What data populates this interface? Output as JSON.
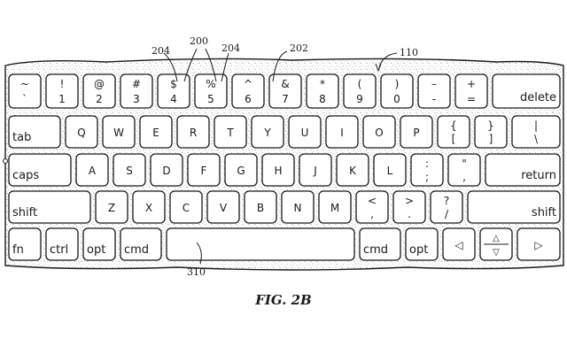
{
  "figure": {
    "caption": "FIG. 2B",
    "reference_labels": [
      "204",
      "200",
      "204",
      "202",
      "110",
      "310"
    ]
  },
  "keyboard": {
    "rows": [
      [
        {
          "top": "~",
          "bottom": "`"
        },
        {
          "top": "!",
          "bottom": "1"
        },
        {
          "top": "@",
          "bottom": "2"
        },
        {
          "top": "#",
          "bottom": "3"
        },
        {
          "top": "$",
          "bottom": "4"
        },
        {
          "top": "%",
          "bottom": "5"
        },
        {
          "top": "^",
          "bottom": "6"
        },
        {
          "top": "&",
          "bottom": "7"
        },
        {
          "top": "*",
          "bottom": "8"
        },
        {
          "top": "(",
          "bottom": "9"
        },
        {
          "top": ")",
          "bottom": "0"
        },
        {
          "top": "–",
          "bottom": "-"
        },
        {
          "top": "+",
          "bottom": "="
        },
        {
          "label": "delete"
        }
      ],
      [
        {
          "label": "tab"
        },
        {
          "label": "Q"
        },
        {
          "label": "W"
        },
        {
          "label": "E"
        },
        {
          "label": "R"
        },
        {
          "label": "T"
        },
        {
          "label": "Y"
        },
        {
          "label": "U"
        },
        {
          "label": "I"
        },
        {
          "label": "O"
        },
        {
          "label": "P"
        },
        {
          "top": "{",
          "bottom": "["
        },
        {
          "top": "}",
          "bottom": "]"
        },
        {
          "top": "|",
          "bottom": "\\"
        }
      ],
      [
        {
          "label": "caps"
        },
        {
          "label": "A"
        },
        {
          "label": "S"
        },
        {
          "label": "D"
        },
        {
          "label": "F"
        },
        {
          "label": "G"
        },
        {
          "label": "H"
        },
        {
          "label": "J"
        },
        {
          "label": "K"
        },
        {
          "label": "L"
        },
        {
          "top": ":",
          "bottom": ";"
        },
        {
          "top": "\"",
          "bottom": ","
        },
        {
          "label": "return"
        }
      ],
      [
        {
          "label": "shift"
        },
        {
          "label": "Z"
        },
        {
          "label": "X"
        },
        {
          "label": "C"
        },
        {
          "label": "V"
        },
        {
          "label": "B"
        },
        {
          "label": "N"
        },
        {
          "label": "M"
        },
        {
          "top": "<",
          "bottom": ","
        },
        {
          "top": ">",
          "bottom": "."
        },
        {
          "top": "?",
          "bottom": "/"
        },
        {
          "label": "shift"
        }
      ],
      [
        {
          "label": "fn"
        },
        {
          "label": "ctrl"
        },
        {
          "label": "opt"
        },
        {
          "label": "cmd"
        },
        {
          "label": ""
        },
        {
          "label": "cmd"
        },
        {
          "label": "opt"
        },
        {
          "label": "◁"
        },
        {
          "top": "△",
          "bottom": "▽"
        },
        {
          "label": "▷"
        }
      ]
    ]
  }
}
